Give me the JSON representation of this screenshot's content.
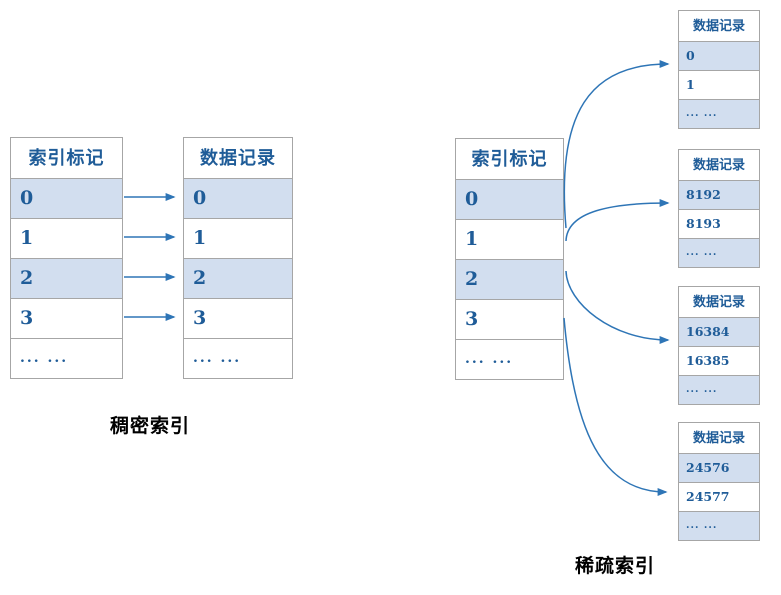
{
  "colors": {
    "text-blue": "#1f5c98",
    "arrow-blue": "#2e75b6",
    "row-highlight": "#d2deef",
    "table-border": "#a6a6a6",
    "caption-black": "#000000"
  },
  "left": {
    "caption": "稠密索引",
    "index_table": {
      "header": "索引标记",
      "rows": [
        "0",
        "1",
        "2",
        "3",
        "... ..."
      ]
    },
    "data_table": {
      "header": "数据记录",
      "rows": [
        "0",
        "1",
        "2",
        "3",
        "... ..."
      ]
    }
  },
  "right": {
    "caption": "稀疏索引",
    "index_table": {
      "header": "索引标记",
      "rows": [
        "0",
        "1",
        "2",
        "3",
        "... ..."
      ]
    },
    "data_tables": [
      {
        "header": "数据记录",
        "rows": [
          "0",
          "1",
          "... ..."
        ]
      },
      {
        "header": "数据记录",
        "rows": [
          "8192",
          "8193",
          "... ..."
        ]
      },
      {
        "header": "数据记录",
        "rows": [
          "16384",
          "16385",
          "... ..."
        ]
      },
      {
        "header": "数据记录",
        "rows": [
          "24576",
          "24577",
          "... ..."
        ]
      }
    ]
  }
}
